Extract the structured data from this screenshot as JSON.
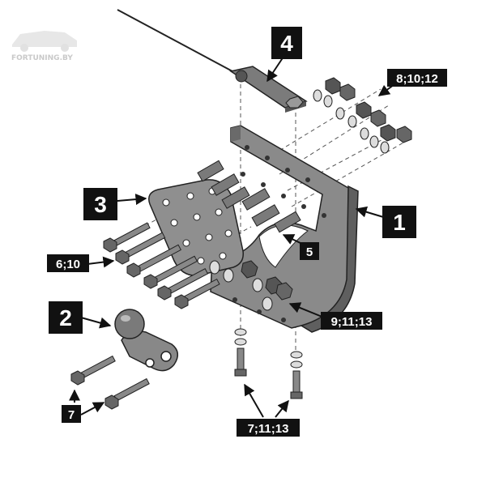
{
  "watermark": {
    "text": "FORTUNING.BY"
  },
  "labels": {
    "part1": "1",
    "part2": "2",
    "part3": "3",
    "part4": "4",
    "part5": "5",
    "fasteners_top": "8;10;12",
    "fasteners_left": "6;10",
    "fasteners_right": "9;11;13",
    "bolt_small": "7",
    "fasteners_bottom": "7;11;13"
  },
  "colors": {
    "metal_dark": "#6f6f6f",
    "metal_mid": "#8d8d8d",
    "metal_light": "#b5b5b5",
    "label_bg": "#111111",
    "label_text": "#ffffff"
  }
}
